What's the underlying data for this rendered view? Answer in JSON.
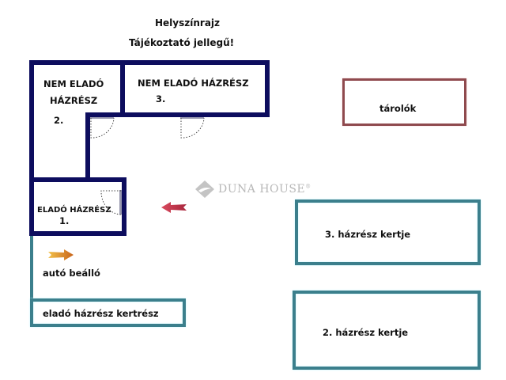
{
  "header": {
    "title": "Helyszínrajz",
    "subtitle": "Tájékoztató jellegű!"
  },
  "rooms": {
    "nem_elado_2": {
      "line1": "NEM ELADÓ",
      "line2": "HÁZRÉSZ",
      "number": "2."
    },
    "nem_elado_3": {
      "line1": "NEM ELADÓ HÁZRÉSZ",
      "number": "3."
    },
    "elado_1": {
      "line1": "ELADÓ HÁZRÉSZ",
      "number": "1."
    }
  },
  "areas": {
    "tarolok": "tárolók",
    "kert_3": "3. házrész kertje",
    "kert_2": "2. házrész kertje",
    "elado_kert": "eladó házrész kertrész",
    "auto_beallo": "autó beálló"
  },
  "watermark": {
    "brand": "DUNA HOUSE",
    "mark": "®"
  },
  "icons": {
    "arrow_left": "red-left-arrow",
    "arrow_right": "orange-right-arrow",
    "logo": "duna-house-logo"
  },
  "colors": {
    "wall": "#0d0d5e",
    "garden_border": "#3b7f8c",
    "storage_border": "#8f4a4e",
    "arrow_red": "#c0344b",
    "arrow_orange": "#d9822b",
    "watermark": "#b8b8b8"
  }
}
